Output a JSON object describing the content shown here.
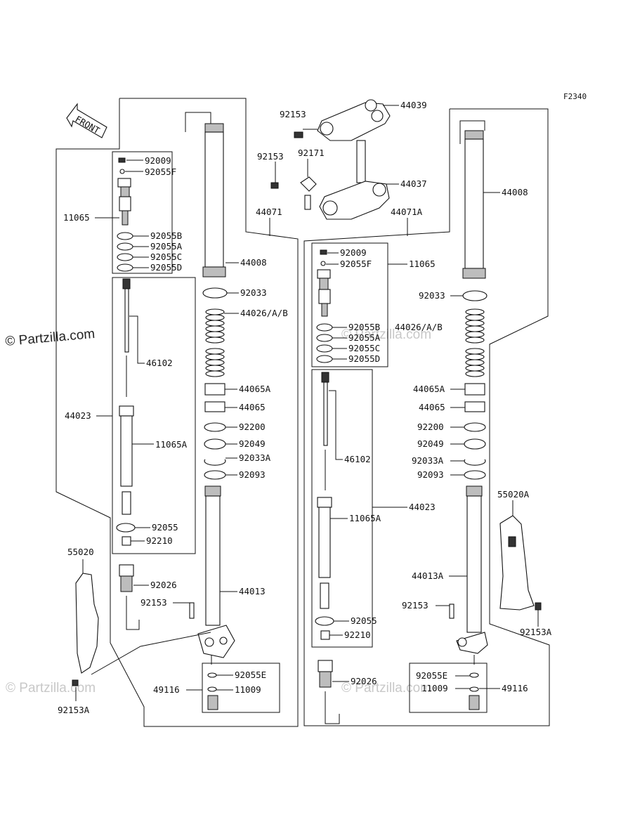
{
  "figure_code": "F2340",
  "front_label": "FRONT",
  "watermarks": {
    "main": "© Partzilla.com",
    "faint_a": "© Partzilla.com",
    "faint_b": "© Partzilla.com",
    "faint_c": "© Partzilla.com"
  },
  "labels": {
    "p92009_l": "92009",
    "p92055F_l": "92055F",
    "p11065_l": "11065",
    "p92055B_l": "92055B",
    "p92055A_l": "92055A",
    "p92055C_l": "92055C",
    "p92055D_l": "92055D",
    "p46102_l": "46102",
    "p44023_l": "44023",
    "p11065A_l": "11065A",
    "p92055_l": "92055",
    "p92210_l": "92210",
    "p55020": "55020",
    "p92026_l": "92026",
    "p92153_l": "92153",
    "p92153A_l": "92153A",
    "p44008_l": "44008",
    "p92033_l": "92033",
    "p44026_l": "44026/A/B",
    "p44065A_l": "44065A",
    "p44065_l": "44065",
    "p92200_l": "92200",
    "p92049_l": "92049",
    "p92033A_l": "92033A",
    "p92093_l": "92093",
    "p44013": "44013",
    "p92055E_l": "92055E",
    "p49116_l": "49116",
    "p11009_l": "11009",
    "p44071": "44071",
    "p92153_top1": "92153",
    "p44039": "44039",
    "p92153_top2": "92153",
    "p92171": "92171",
    "p44037": "44037",
    "p44071A": "44071A",
    "p92009_r": "92009",
    "p92055F_r": "92055F",
    "p11065_r": "11065",
    "p92055B_r": "92055B",
    "p44026_r": "44026/A/B",
    "p92055A_r": "92055A",
    "p92055C_r": "92055C",
    "p92055D_r": "92055D",
    "p46102_r": "46102",
    "p11065A_r": "11065A",
    "p44023_r": "44023",
    "p92055_r": "92055",
    "p92210_r": "92210",
    "p92026_r": "92026",
    "p44008_r": "44008",
    "p92033_r": "92033",
    "p44065A_r": "44065A",
    "p44065_r": "44065",
    "p92200_r": "92200",
    "p92049_r": "92049",
    "p92033A_r": "92033A",
    "p92093_r": "92093",
    "p55020A": "55020A",
    "p44013A": "44013A",
    "p92153_r": "92153",
    "p92153A_r": "92153A",
    "p92055E_r": "92055E",
    "p11009_r": "11009",
    "p49116_r": "49116"
  }
}
